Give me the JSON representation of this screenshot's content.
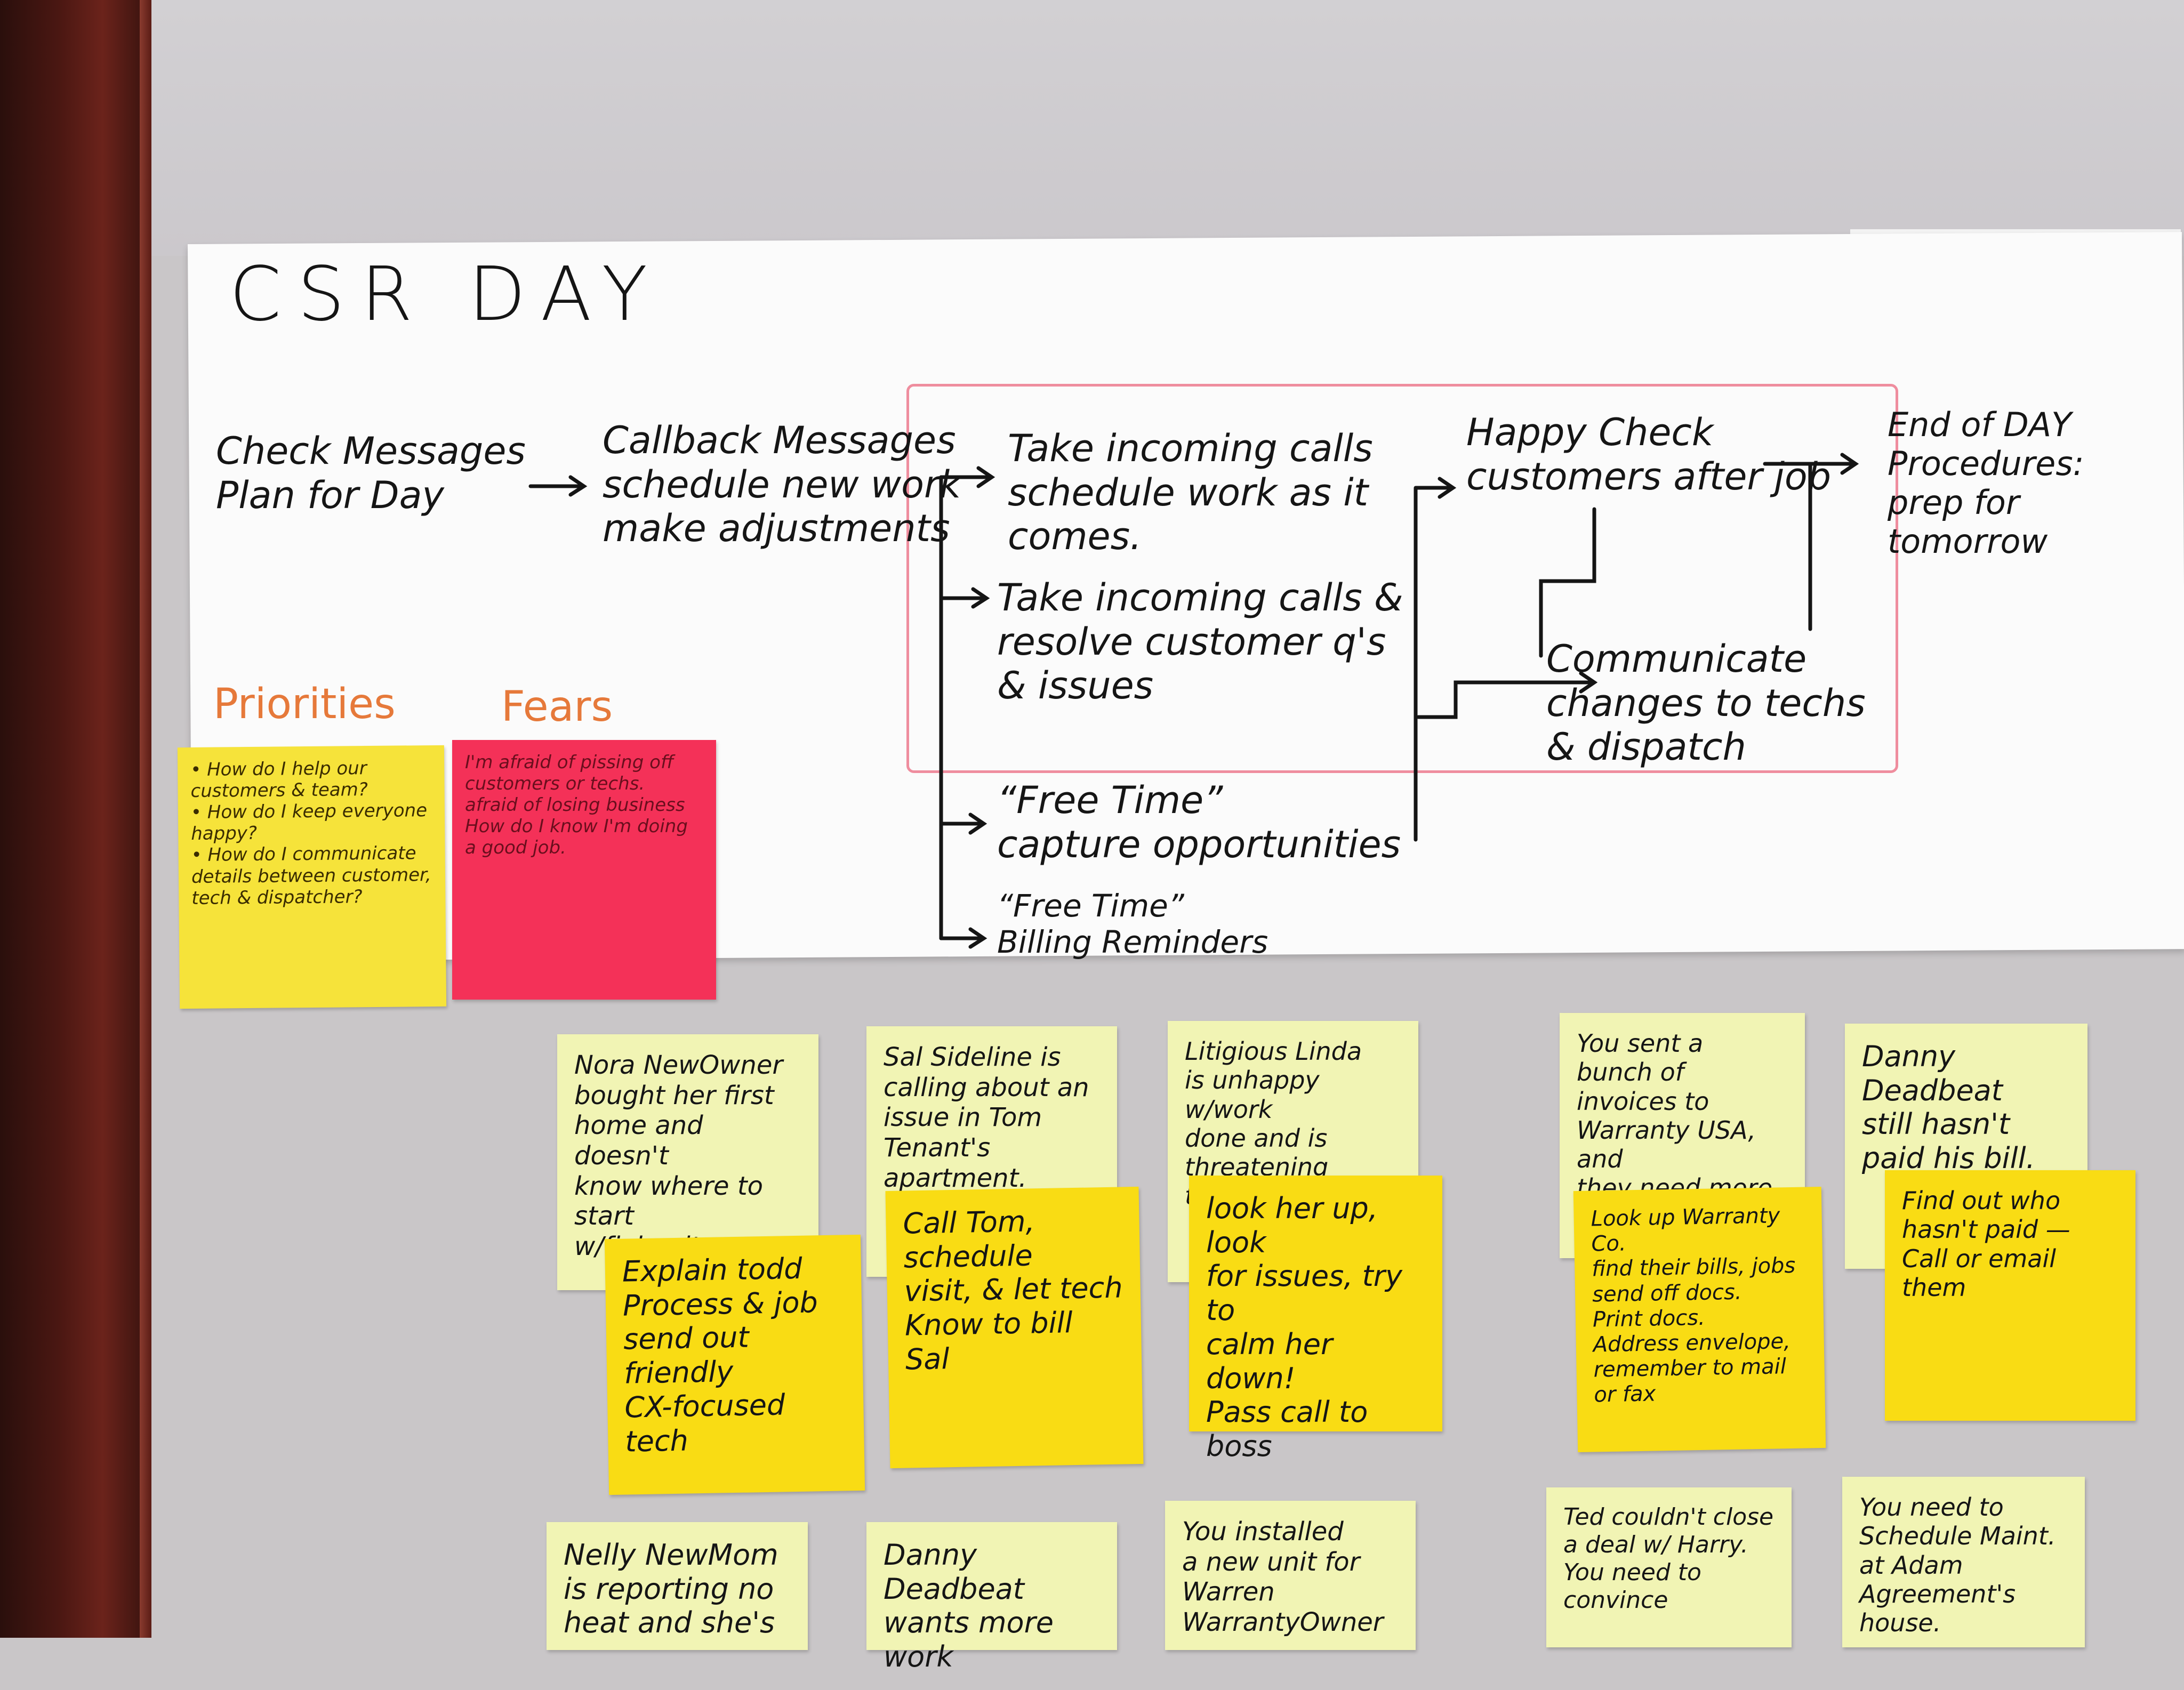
{
  "board": {
    "title": "CSR DAY",
    "steps": {
      "check": "Check Messages\nPlan for Day",
      "callback": "Callback Messages\nschedule new work\nmake adjustments",
      "take_calls_schedule": "Take incoming calls\nschedule work as it\ncomes.",
      "take_calls_resolve": "Take incoming calls &\nresolve customer q's\n& issues",
      "free_time_1": "“Free Time”\ncapture opportunities",
      "free_time_2": "“Free Time”\nBilling Reminders",
      "happy_check": "Happy Check\ncustomers after job",
      "communicate": "Communicate\nchanges to techs\n& dispatch",
      "end_of_day": "End of DAY\nProcedures:\nprep for tomorrow"
    },
    "priorities_label": "Priorities",
    "fears_label": "Fears",
    "priorities_note": "• How do I help our customers & team?\n• How do I keep everyone happy?\n• How do I communicate details between customer, tech & dispatcher?",
    "fears_note": "I'm afraid of pissing off customers or techs.\nafraid of losing business\nHow do I know I'm doing a good job."
  },
  "scenarios": [
    {
      "scenario": "Nora NewOwner\nbought her first\nhome and doesn't\nknow where to start\nw/fixing it up",
      "response": "Explain todd\nProcess & job\nsend out friendly\nCX-focused tech"
    },
    {
      "scenario": "Sal Sideline is\ncalling about an\nissue in Tom\nTenant's apartment.",
      "response": "Call Tom, schedule\nvisit, & let tech\nKnow to bill Sal"
    },
    {
      "scenario": "Litigious Linda\nis unhappy w/work\ndone and is threatening\nto sue!",
      "response": "look her up, look\nfor issues, try to\ncalm her down!\nPass call to boss"
    },
    {
      "scenario": "You sent a\nbunch of invoices to\nWarranty USA, and\nthey need more\npaperwork.",
      "response": "Look up Warranty Co.\nfind their bills, jobs\nsend off docs.\nPrint docs.\nAddress envelope,\nremember to mail\nor fax"
    },
    {
      "scenario": "Danny Deadbeat\nstill hasn't\npaid his bill.",
      "response": "Find out who\nhasn't paid —\nCall or email them"
    }
  ],
  "bottom_notes": [
    "Nelly NewMom\nis reporting no\nheat and she's",
    "Danny Deadbeat\nwants more work",
    "You installed\na new unit for\nWarren WarrantyOwner",
    "Ted couldn't close\na deal w/ Harry.\nYou need to convince",
    "You need to\nSchedule Maint.\nat Adam Agreement's\nhouse."
  ]
}
